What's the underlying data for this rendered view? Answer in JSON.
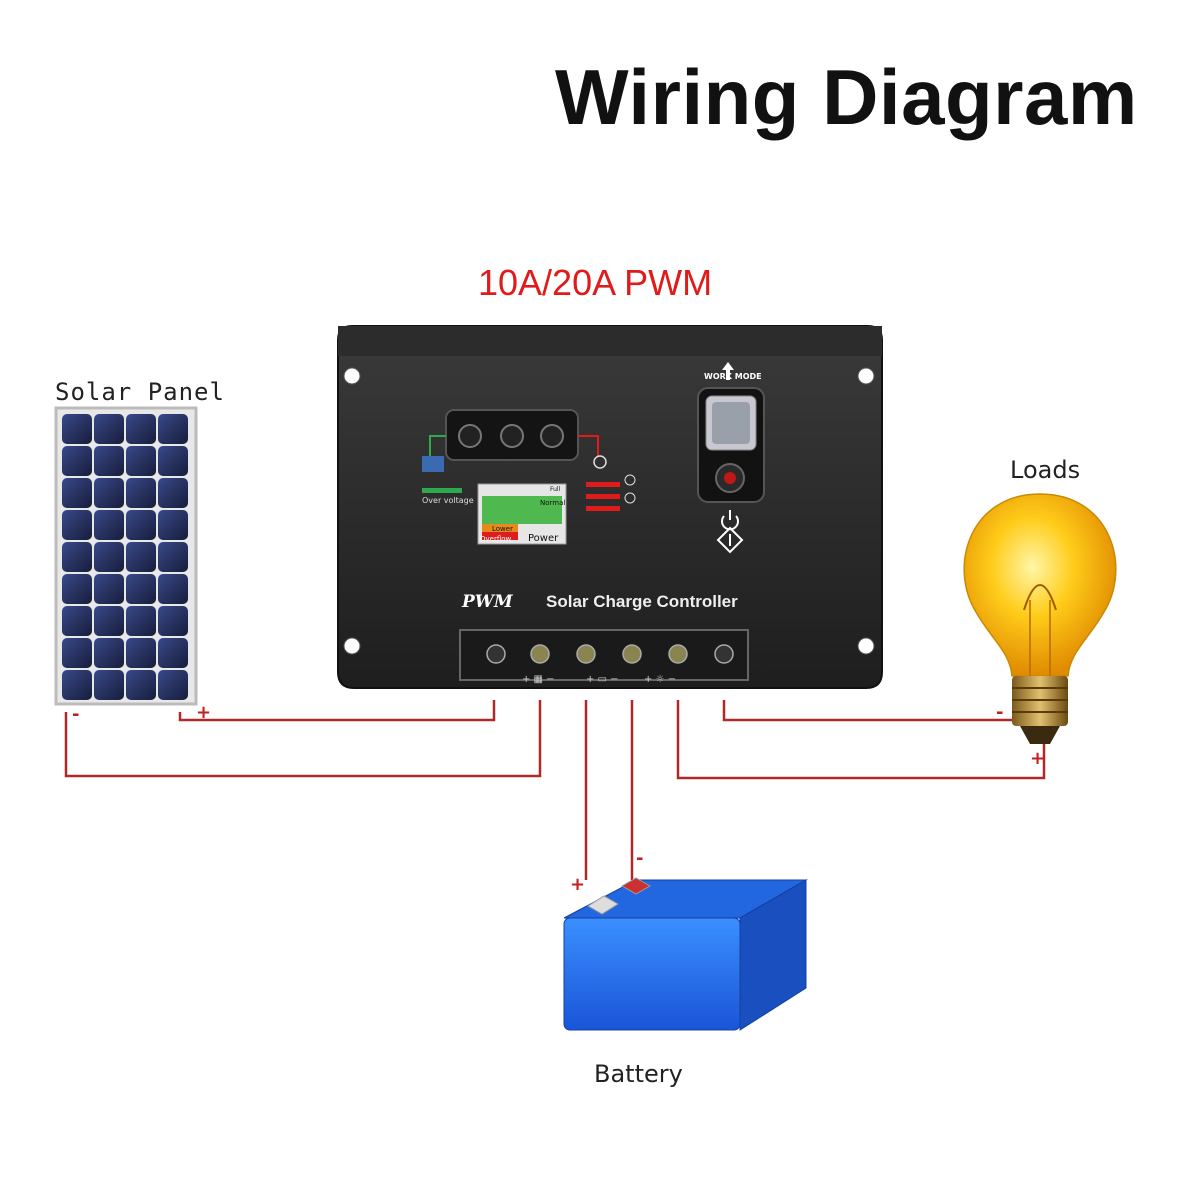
{
  "title": "Wiring Diagram",
  "model": "10A/20A PWM",
  "components": {
    "solar_panel": {
      "label": "Solar Panel"
    },
    "controller": {
      "brand_badge": "PWM",
      "name": "Solar Charge Controller",
      "work_mode": "WORK MODE",
      "over_voltage": "Over voltage",
      "normal": "Normal",
      "lower": "Lower",
      "overflow": "Overflow",
      "power": "Power",
      "full": "Full"
    },
    "loads": {
      "label": "Loads"
    },
    "battery": {
      "label": "Battery"
    }
  },
  "polarity": {
    "panel_negative": "-",
    "panel_positive": "+",
    "load_negative": "-",
    "load_positive": "+",
    "battery_positive": "+",
    "battery_negative": "-"
  },
  "colors": {
    "wire": "#b02828",
    "controller_body": "#2a2a2a",
    "accent_red": "#e01b1b"
  }
}
